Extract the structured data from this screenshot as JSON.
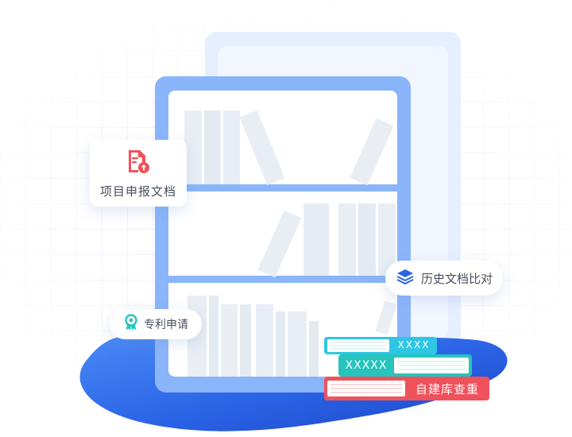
{
  "colors": {
    "frame_blue": "#8bb5fb",
    "back_panel": "#e3edff",
    "blob_blue": "#2a63e6",
    "book_gray": "#e9eef5",
    "red": "#f0525b",
    "teal": "#27c4bd",
    "cyan": "#2fc6e4"
  },
  "cards": {
    "project": {
      "label": "项目申报文档",
      "icon": "document-upload-icon"
    },
    "history": {
      "label": "历史文档比对",
      "icon": "layers-icon"
    },
    "patent": {
      "label": "专利申请",
      "icon": "award-icon"
    }
  },
  "books": {
    "top_label": "XXXX",
    "middle_label": "XXXXX",
    "bottom_label": "自建库查重"
  }
}
